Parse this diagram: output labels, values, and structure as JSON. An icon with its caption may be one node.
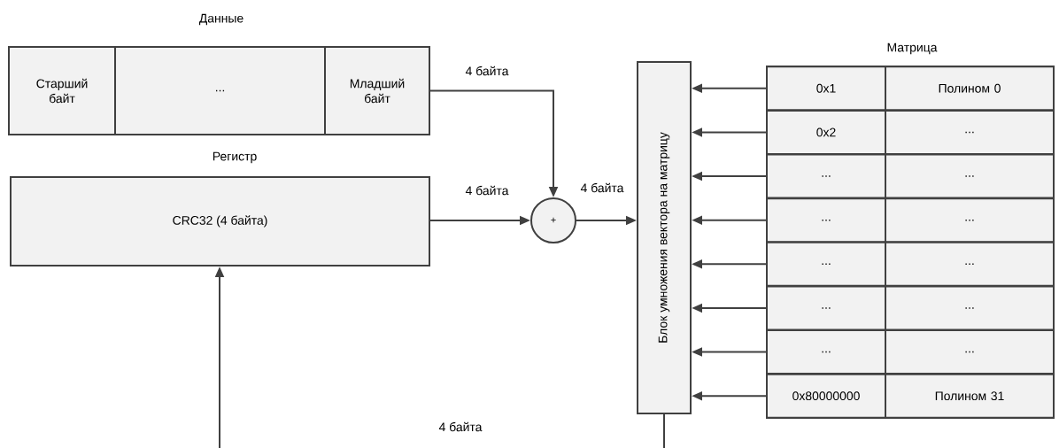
{
  "diagram": {
    "nodes": [
      {
        "text": [
          "Данные"
        ]
      },
      {
        "text": [
          "Старший байт"
        ],
        "in": 0
      },
      {
        "text": [
          "..."
        ],
        "in": 0
      },
      {
        "text": [
          "Младший байт"
        ],
        "in": 0
      },
      {
        "text": [
          "Регистр",
          "CRC32 (4 байта)"
        ]
      },
      {
        "text": [
          "+"
        ]
      },
      {
        "text": [
          "Блок умножения вектора на матрицу"
        ]
      },
      {
        "text": [
          "Матрица"
        ]
      },
      {
        "text": [
          "0x1"
        ],
        "in": 7
      },
      {
        "text": [
          "Полином 0"
        ],
        "in": 7
      },
      {
        "text": [
          "0x2"
        ],
        "in": 7
      },
      {
        "text": [
          "..."
        ],
        "in": 7
      },
      {
        "text": [
          "..."
        ],
        "in": 7
      },
      {
        "text": [
          "..."
        ],
        "in": 7
      },
      {
        "text": [
          "..."
        ],
        "in": 7
      },
      {
        "text": [
          "..."
        ],
        "in": 7
      },
      {
        "text": [
          "..."
        ],
        "in": 7
      },
      {
        "text": [
          "..."
        ],
        "in": 7
      },
      {
        "text": [
          "..."
        ],
        "in": 7
      },
      {
        "text": [
          "..."
        ],
        "in": 7
      },
      {
        "text": [
          "..."
        ],
        "in": 7
      },
      {
        "text": [
          "..."
        ],
        "in": 7
      },
      {
        "text": [
          "0x80000000"
        ],
        "in": 7
      },
      {
        "text": [
          "Полином 31"
        ],
        "in": 7
      }
    ],
    "edges": [
      {
        "from": 3,
        "to": 5,
        "arrow": "to",
        "label": "4 байта"
      },
      {
        "from": 4,
        "to": 5,
        "arrow": "to",
        "label": "4 байта"
      },
      {
        "from": 5,
        "to": 6,
        "arrow": "to",
        "label": "4 байта"
      },
      {
        "from": 8,
        "to": 6,
        "arrow": "to"
      },
      {
        "from": 10,
        "to": 6,
        "arrow": "to"
      },
      {
        "from": 12,
        "to": 6,
        "arrow": "to"
      },
      {
        "from": 14,
        "to": 6,
        "arrow": "to"
      },
      {
        "from": 16,
        "to": 6,
        "arrow": "to"
      },
      {
        "from": 18,
        "to": 6,
        "arrow": "to"
      },
      {
        "from": 20,
        "to": 6,
        "arrow": "to"
      },
      {
        "from": 22,
        "to": 6,
        "arrow": "to"
      },
      {
        "from": 6,
        "to": null,
        "arrow": "none"
      },
      {
        "from": null,
        "to": 4,
        "arrow": "to"
      }
    ],
    "labels": [
      "4 байта"
    ]
  }
}
